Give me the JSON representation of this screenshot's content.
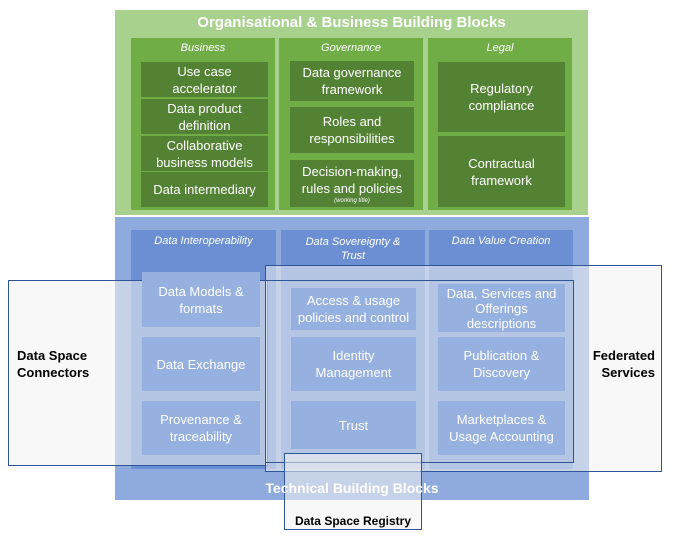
{
  "organisational": {
    "title": "Organisational & Business Building Blocks",
    "columns": [
      {
        "header": "Business",
        "items": [
          "Use case accelerator",
          "Data product definition",
          "Collaborative business models",
          "Data intermediary"
        ]
      },
      {
        "header": "Governance",
        "items": [
          "Data governance framework",
          "Roles and responsibilities",
          "Decision-making, rules and policies"
        ],
        "note": "(working title)"
      },
      {
        "header": "Legal",
        "items": [
          "Regulatory compliance",
          "Contractual framework"
        ]
      }
    ]
  },
  "technical": {
    "title": "Technical Building Blocks",
    "columns": [
      {
        "header": "Data Interoperability",
        "items": [
          "Data Models & formats",
          "Data Exchange",
          "Provenance & traceability"
        ]
      },
      {
        "header": "Data Sovereignty & Trust",
        "items": [
          "Access & usage policies and control",
          "Identity Management",
          "Trust"
        ]
      },
      {
        "header": "Data Value Creation",
        "items": [
          "Data, Services and Offerings descriptions",
          "Publication & Discovery",
          "Marketplaces & Usage Accounting"
        ]
      }
    ]
  },
  "overlays": {
    "connectors": "Data Space Connectors",
    "federated": "Federated Services",
    "registry": "Data Space Registry"
  },
  "colors": {
    "green_outer": "#a9d18e",
    "green_column": "#70ad47",
    "green_item": "#548235",
    "blue_outer": "#8faadc",
    "blue_column": "#6b8fd2",
    "outline": "#2f5597"
  }
}
